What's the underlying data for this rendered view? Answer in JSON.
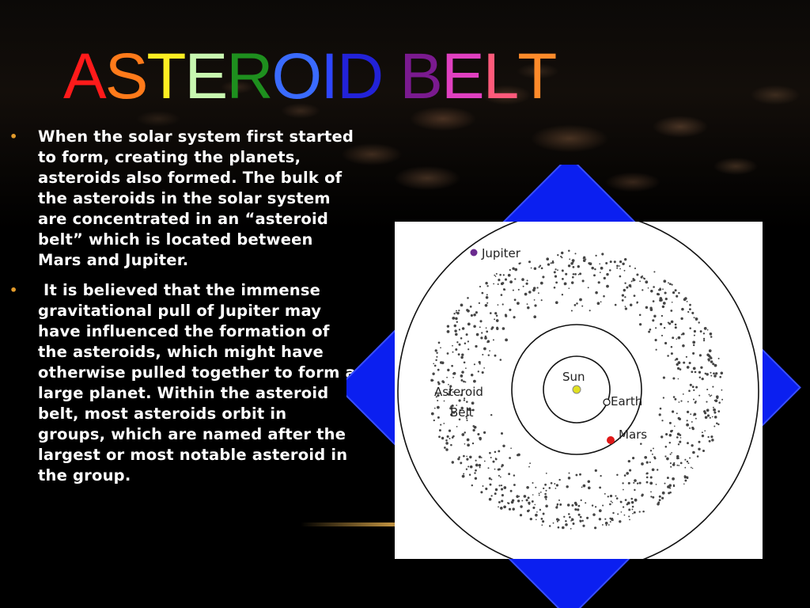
{
  "slide": {
    "title_letters": [
      {
        "ch": "A",
        "color": "#ff1a1a"
      },
      {
        "ch": "S",
        "color": "#ff7a1a"
      },
      {
        "ch": "T",
        "color": "#ffee22"
      },
      {
        "ch": "E",
        "color": "#c8f7b0"
      },
      {
        "ch": "R",
        "color": "#1e8f1e"
      },
      {
        "ch": "O",
        "color": "#3a6bff"
      },
      {
        "ch": "I",
        "color": "#2e46ff"
      },
      {
        "ch": "D",
        "color": "#2222d8"
      },
      {
        "ch": " ",
        "color": "#000000"
      },
      {
        "ch": "B",
        "color": "#7a1a8f"
      },
      {
        "ch": "E",
        "color": "#e040c0"
      },
      {
        "ch": "L",
        "color": "#ff5a7a"
      },
      {
        "ch": "T",
        "color": "#ff8a2a"
      }
    ],
    "bullets": [
      "When the solar system first started to form, creating the planets, asteroids also formed. The bulk of the asteroids in the solar system are concentrated in an “asteroid belt” which is located between Mars and Jupiter.",
      " It is believed that the immense gravitational pull of Jupiter may have influenced the formation of the asteroids, which might have otherwise pulled together to form a large planet. Within the asteroid belt, most asteroids orbit in groups, which are named after the largest or most notable asteroid in the group."
    ],
    "bullet_symbol": "•",
    "bullet_color": "#e39b2b",
    "diagram": {
      "labels": {
        "jupiter": "Jupiter",
        "sun": "Sun",
        "earth": "Earth",
        "mars": "Mars",
        "belt_line1": "Asteroid",
        "belt_line2": "Belt"
      },
      "colors": {
        "jupiter": "#6a2a8f",
        "sun": "#e0e020",
        "earth": "#ffffff",
        "mars": "#e01818",
        "diamond": "#0b1ff0"
      }
    }
  }
}
